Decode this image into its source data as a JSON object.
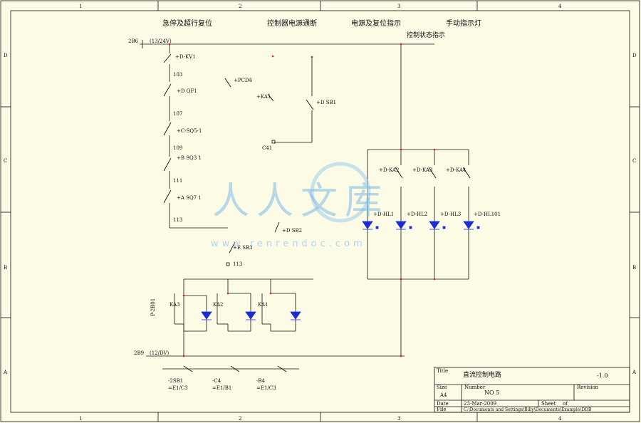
{
  "frame": {
    "col_labels": [
      "1",
      "2",
      "3",
      "4"
    ],
    "row_labels": [
      "D",
      "C",
      "B",
      "A"
    ]
  },
  "headers": {
    "estop_reset": "急停及超行复位",
    "controller_power": "控制器电源通断",
    "power_reset_indicator": "电源及复位指示",
    "manual_indicator": "手动指示灯",
    "control_state_indicator": "控制状态指示"
  },
  "bus": {
    "top_label": "2B6",
    "top_voltage": "(13/24V)",
    "bottom_label": "2B9",
    "bottom_voltage": "(12/DV)"
  },
  "left_chain": {
    "contact1": "+D-KV1",
    "n103": "103",
    "contact2": "+D QF1",
    "n107": "107",
    "contact3": "+C-SQ5-1",
    "n109": "109",
    "contact4": "+B SQ3 1",
    "n111": "111",
    "contact5": "+A SQ7 1",
    "n113": "113",
    "sb3": "+E SB3",
    "n113b": "113",
    "sb2": "+D SB2"
  },
  "controller_power": {
    "pcd": "+PCD4",
    "ka": "+KA1",
    "sb1": "+D SB1",
    "c41": "C41"
  },
  "relay_contacts": [
    "+D-KA2",
    "+D-KA3",
    "+D-KA4"
  ],
  "lamps": [
    "+D-HL1",
    "+D-HL2",
    "+D-HL3",
    "+D-HL101"
  ],
  "coils": {
    "group": "P-2B01",
    "ka3": "KA3",
    "ka2": "KA2",
    "ka1": "KA1"
  },
  "bottom_contacts": [
    {
      "name": "-2SB1",
      "ref": "=E1/C3"
    },
    {
      "name": "-C4",
      "ref": "=E1/B1"
    },
    {
      "name": "-B4",
      "ref": "=E1/C3"
    }
  ],
  "watermark": {
    "text": "人人文库",
    "url": "www.renrendoc.com"
  },
  "title_block": {
    "title_label": "Title",
    "title_value": "直流控制电路",
    "title_code": "-1.0",
    "size_label": "Size",
    "size_value": "A4",
    "number_label": "Number",
    "number_value": "NO 5",
    "revision_label": "Revision",
    "date_label": "Date",
    "date_value": "23-Mar-2009",
    "sheet_label": "Sheet",
    "sheet_value": "of",
    "file_label": "File",
    "file_value": "C:\\Documents and Settings\\Billy\\Documents\\Example\\DDB"
  },
  "colors": {
    "background": "#fbfbe6",
    "line": "#111111",
    "diode": "#1a2bd8",
    "watermark": "#7dbbe6"
  }
}
